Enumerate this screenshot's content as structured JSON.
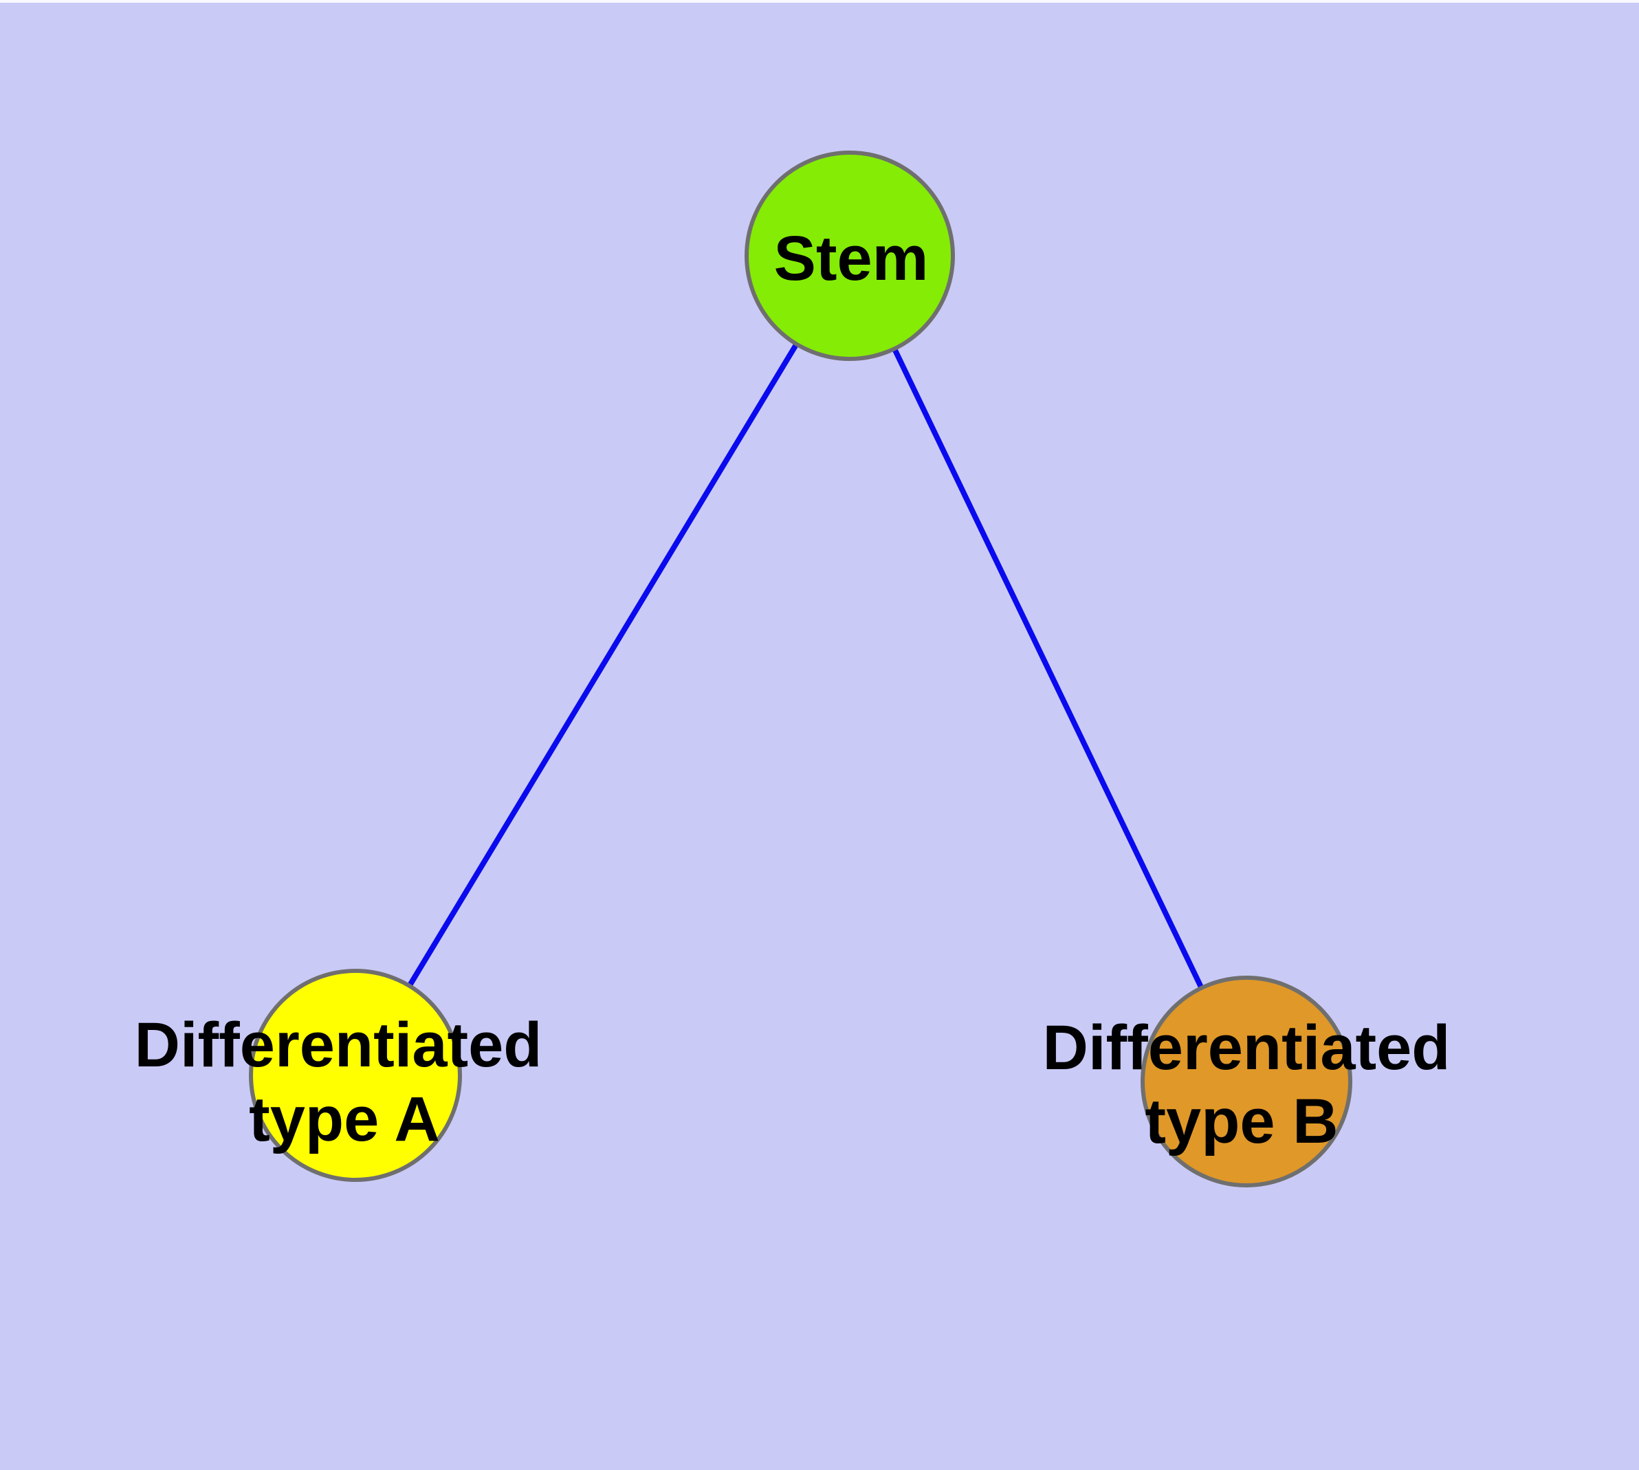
{
  "diagram": {
    "background_color": "#CACAF7",
    "top_strip_color": "#F8F8FF",
    "edge_color": "#0A0AEE",
    "node_border_color": "#6F6F6F",
    "label_color": "#000000",
    "nodes": {
      "stem": {
        "label": "Stem",
        "fill": "#85EC05"
      },
      "type_a": {
        "label_line1": "Differentiated",
        "label_line2": "type A",
        "fill": "#FFFF00"
      },
      "type_b": {
        "label_line1": "Differentiated",
        "label_line2": "type B",
        "fill": "#E09828"
      }
    },
    "edges": [
      {
        "from": "Stem",
        "to": "Differentiated type A"
      },
      {
        "from": "Stem",
        "to": "Differentiated type B"
      }
    ]
  }
}
